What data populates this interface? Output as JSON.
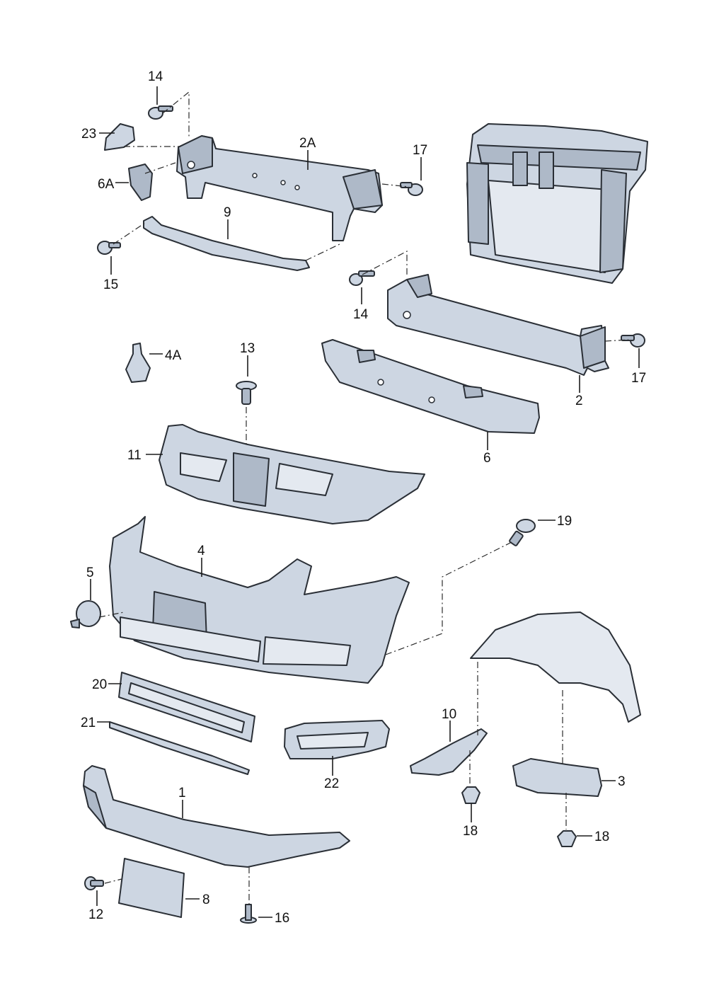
{
  "callouts": {
    "c14a": "14",
    "c23": "23",
    "c2A": "2A",
    "c17a": "17",
    "c6A": "6A",
    "c9": "9",
    "c15": "15",
    "c14b": "14",
    "c4A": "4A",
    "c13": "13",
    "c17b": "17",
    "c2": "2",
    "c11": "11",
    "c6": "6",
    "c19": "19",
    "c4": "4",
    "c5": "5",
    "c20": "20",
    "c21": "21",
    "c10": "10",
    "c22": "22",
    "c3": "3",
    "c1": "1",
    "c18a": "18",
    "c18b": "18",
    "c8": "8",
    "c12": "12",
    "c16": "16"
  },
  "colors": {
    "part": "#cdd6e2",
    "outline": "#2a2f36",
    "background": "#ffffff"
  }
}
